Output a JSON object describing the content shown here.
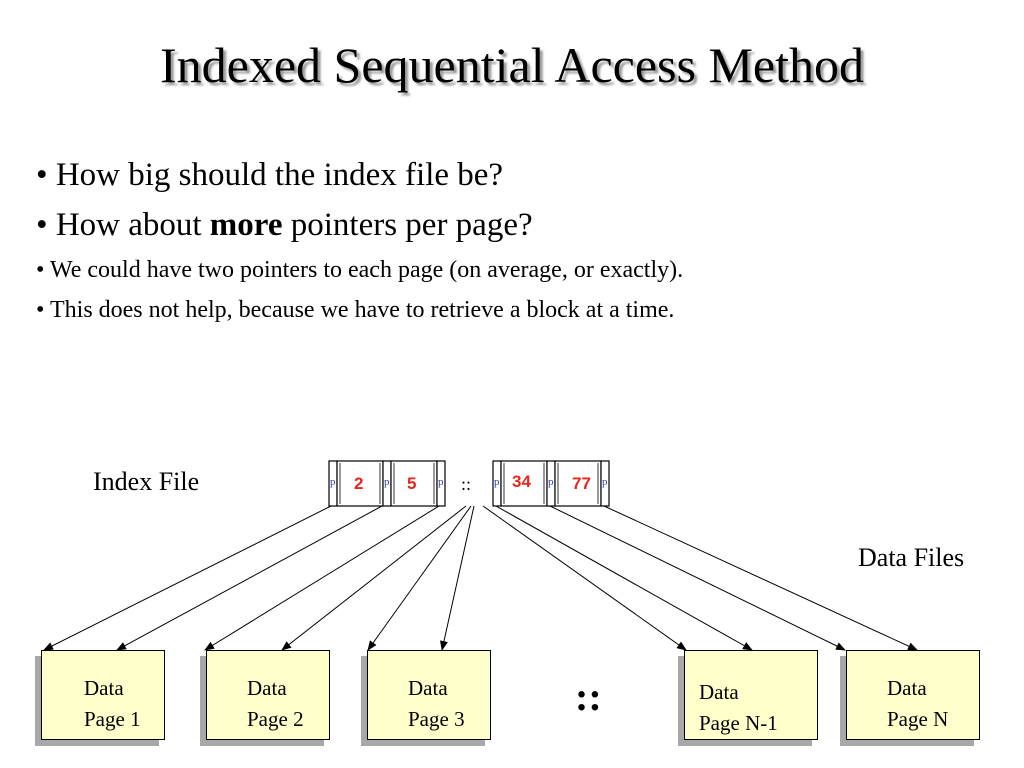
{
  "title": "Indexed Sequential Access Method",
  "bullets": {
    "b1": "How big should the index file be?",
    "b2_pre": "How about ",
    "b2_bold": "more",
    "b2_post": " pointers per page?",
    "b3": "We could have two pointers to each page (on average, or exactly).",
    "b4": "This does not help, because we have to retrieve a block at a time."
  },
  "bullet_glyph": "•",
  "index_file_label": "Index File",
  "data_files_label": "Data Files",
  "index_entries": {
    "pointer_label": "p",
    "keys": [
      "2",
      "5",
      "34",
      "77"
    ],
    "gap": "::"
  },
  "pages": [
    {
      "line1": "Data",
      "line2": "Page 1"
    },
    {
      "line1": "Data",
      "line2": "Page 2"
    },
    {
      "line1": "Data",
      "line2": "Page 3"
    },
    {
      "line1": "Data",
      "line2": "Page N-1"
    },
    {
      "line1": "Data",
      "line2": "Page N"
    }
  ],
  "ellipsis": "::",
  "colors": {
    "key_text": "#e8261b",
    "pointer_text": "#3340a8",
    "page_fill": "#ffffcc",
    "shadow": "#a8a8a8"
  }
}
